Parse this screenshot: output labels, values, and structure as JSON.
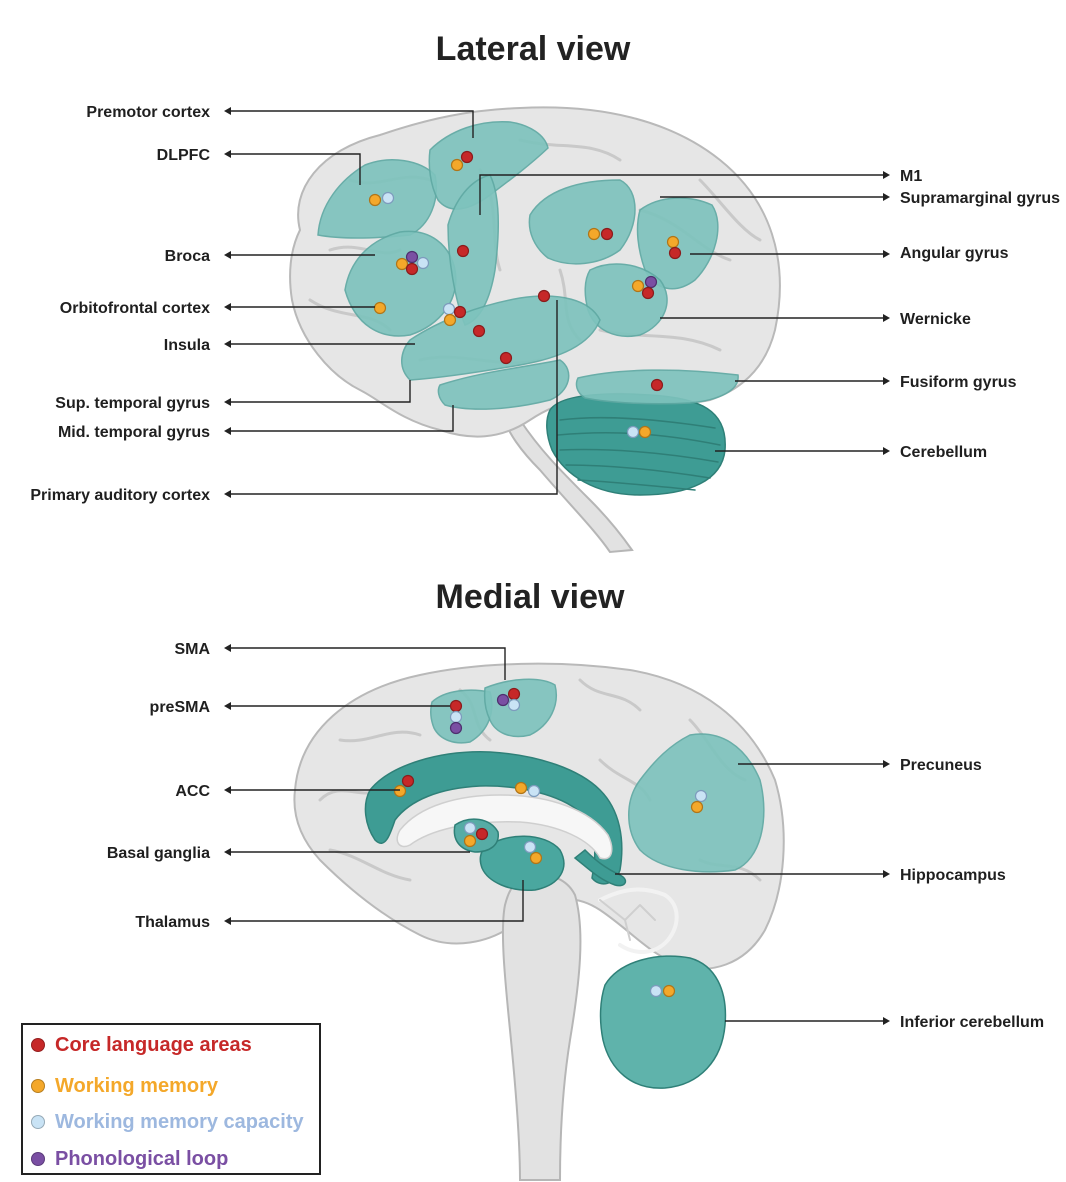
{
  "lateral": {
    "title": "Lateral view",
    "labels": {
      "premotor": "Premotor cortex",
      "dlpfc": "DLPFC",
      "broca": "Broca",
      "orbitofrontal": "Orbitofrontal cortex",
      "insula": "Insula",
      "sup_temporal": "Sup. temporal gyrus",
      "mid_temporal": "Mid. temporal gyrus",
      "primary_auditory": "Primary auditory cortex",
      "m1": "M1",
      "supramarginal": "Supramarginal gyrus",
      "angular": "Angular gyrus",
      "wernicke": "Wernicke",
      "fusiform": "Fusiform gyrus",
      "cerebellum": "Cerebellum"
    }
  },
  "medial": {
    "title": "Medial view",
    "labels": {
      "sma": "SMA",
      "presma": "preSMA",
      "acc": "ACC",
      "basal_ganglia": "Basal ganglia",
      "thalamus": "Thalamus",
      "precuneus": "Precuneus",
      "hippocampus": "Hippocampus",
      "inferior_cerebellum": "Inferior cerebellum"
    }
  },
  "legend": {
    "items": [
      {
        "label": "Core language areas",
        "color": "#c62828"
      },
      {
        "label": "Working memory",
        "color": "#f4a82a"
      },
      {
        "label": "Working memory capacity",
        "color": "#9db8df"
      },
      {
        "label": "Phonological loop",
        "color": "#7a4fa3"
      }
    ]
  },
  "colors": {
    "core": "#c62828",
    "wm": "#f4a82a",
    "wmc": "#c9e3f5",
    "phon": "#7a4fa3",
    "region": "#7ec3bd",
    "region_dark": "#3e9c94"
  }
}
